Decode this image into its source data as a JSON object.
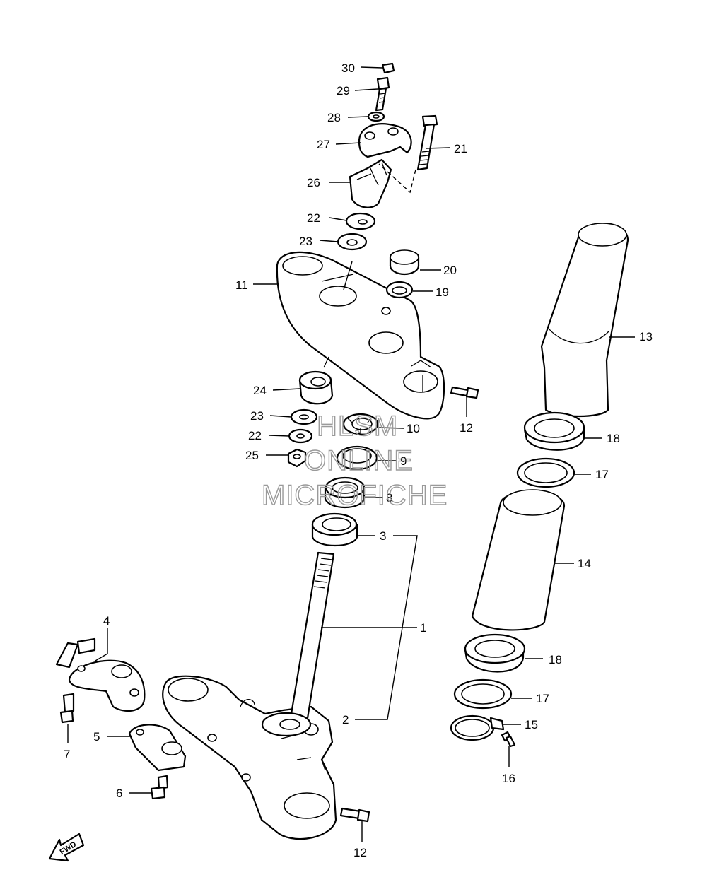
{
  "part_labels": {
    "p1": "1",
    "p2": "2",
    "p3": "3",
    "p4": "4",
    "p5": "5",
    "p6": "6",
    "p7": "7",
    "p8": "8",
    "p9": "9",
    "p10": "10",
    "p11": "11",
    "p12a": "12",
    "p12b": "12",
    "p13": "13",
    "p14": "14",
    "p15": "15",
    "p16": "16",
    "p17a": "17",
    "p17b": "17",
    "p18a": "18",
    "p18b": "18",
    "p19": "19",
    "p20": "20",
    "p21": "21",
    "p22a": "22",
    "p22b": "22",
    "p23a": "23",
    "p23b": "23",
    "p24": "24",
    "p25": "25",
    "p26": "26",
    "p27": "27",
    "p28": "28",
    "p29": "29",
    "p30": "30"
  },
  "watermark": {
    "line1": "HLSM",
    "line2": "ONLINE",
    "line3": "MICROFICHE"
  },
  "fwd_badge": "FWD"
}
